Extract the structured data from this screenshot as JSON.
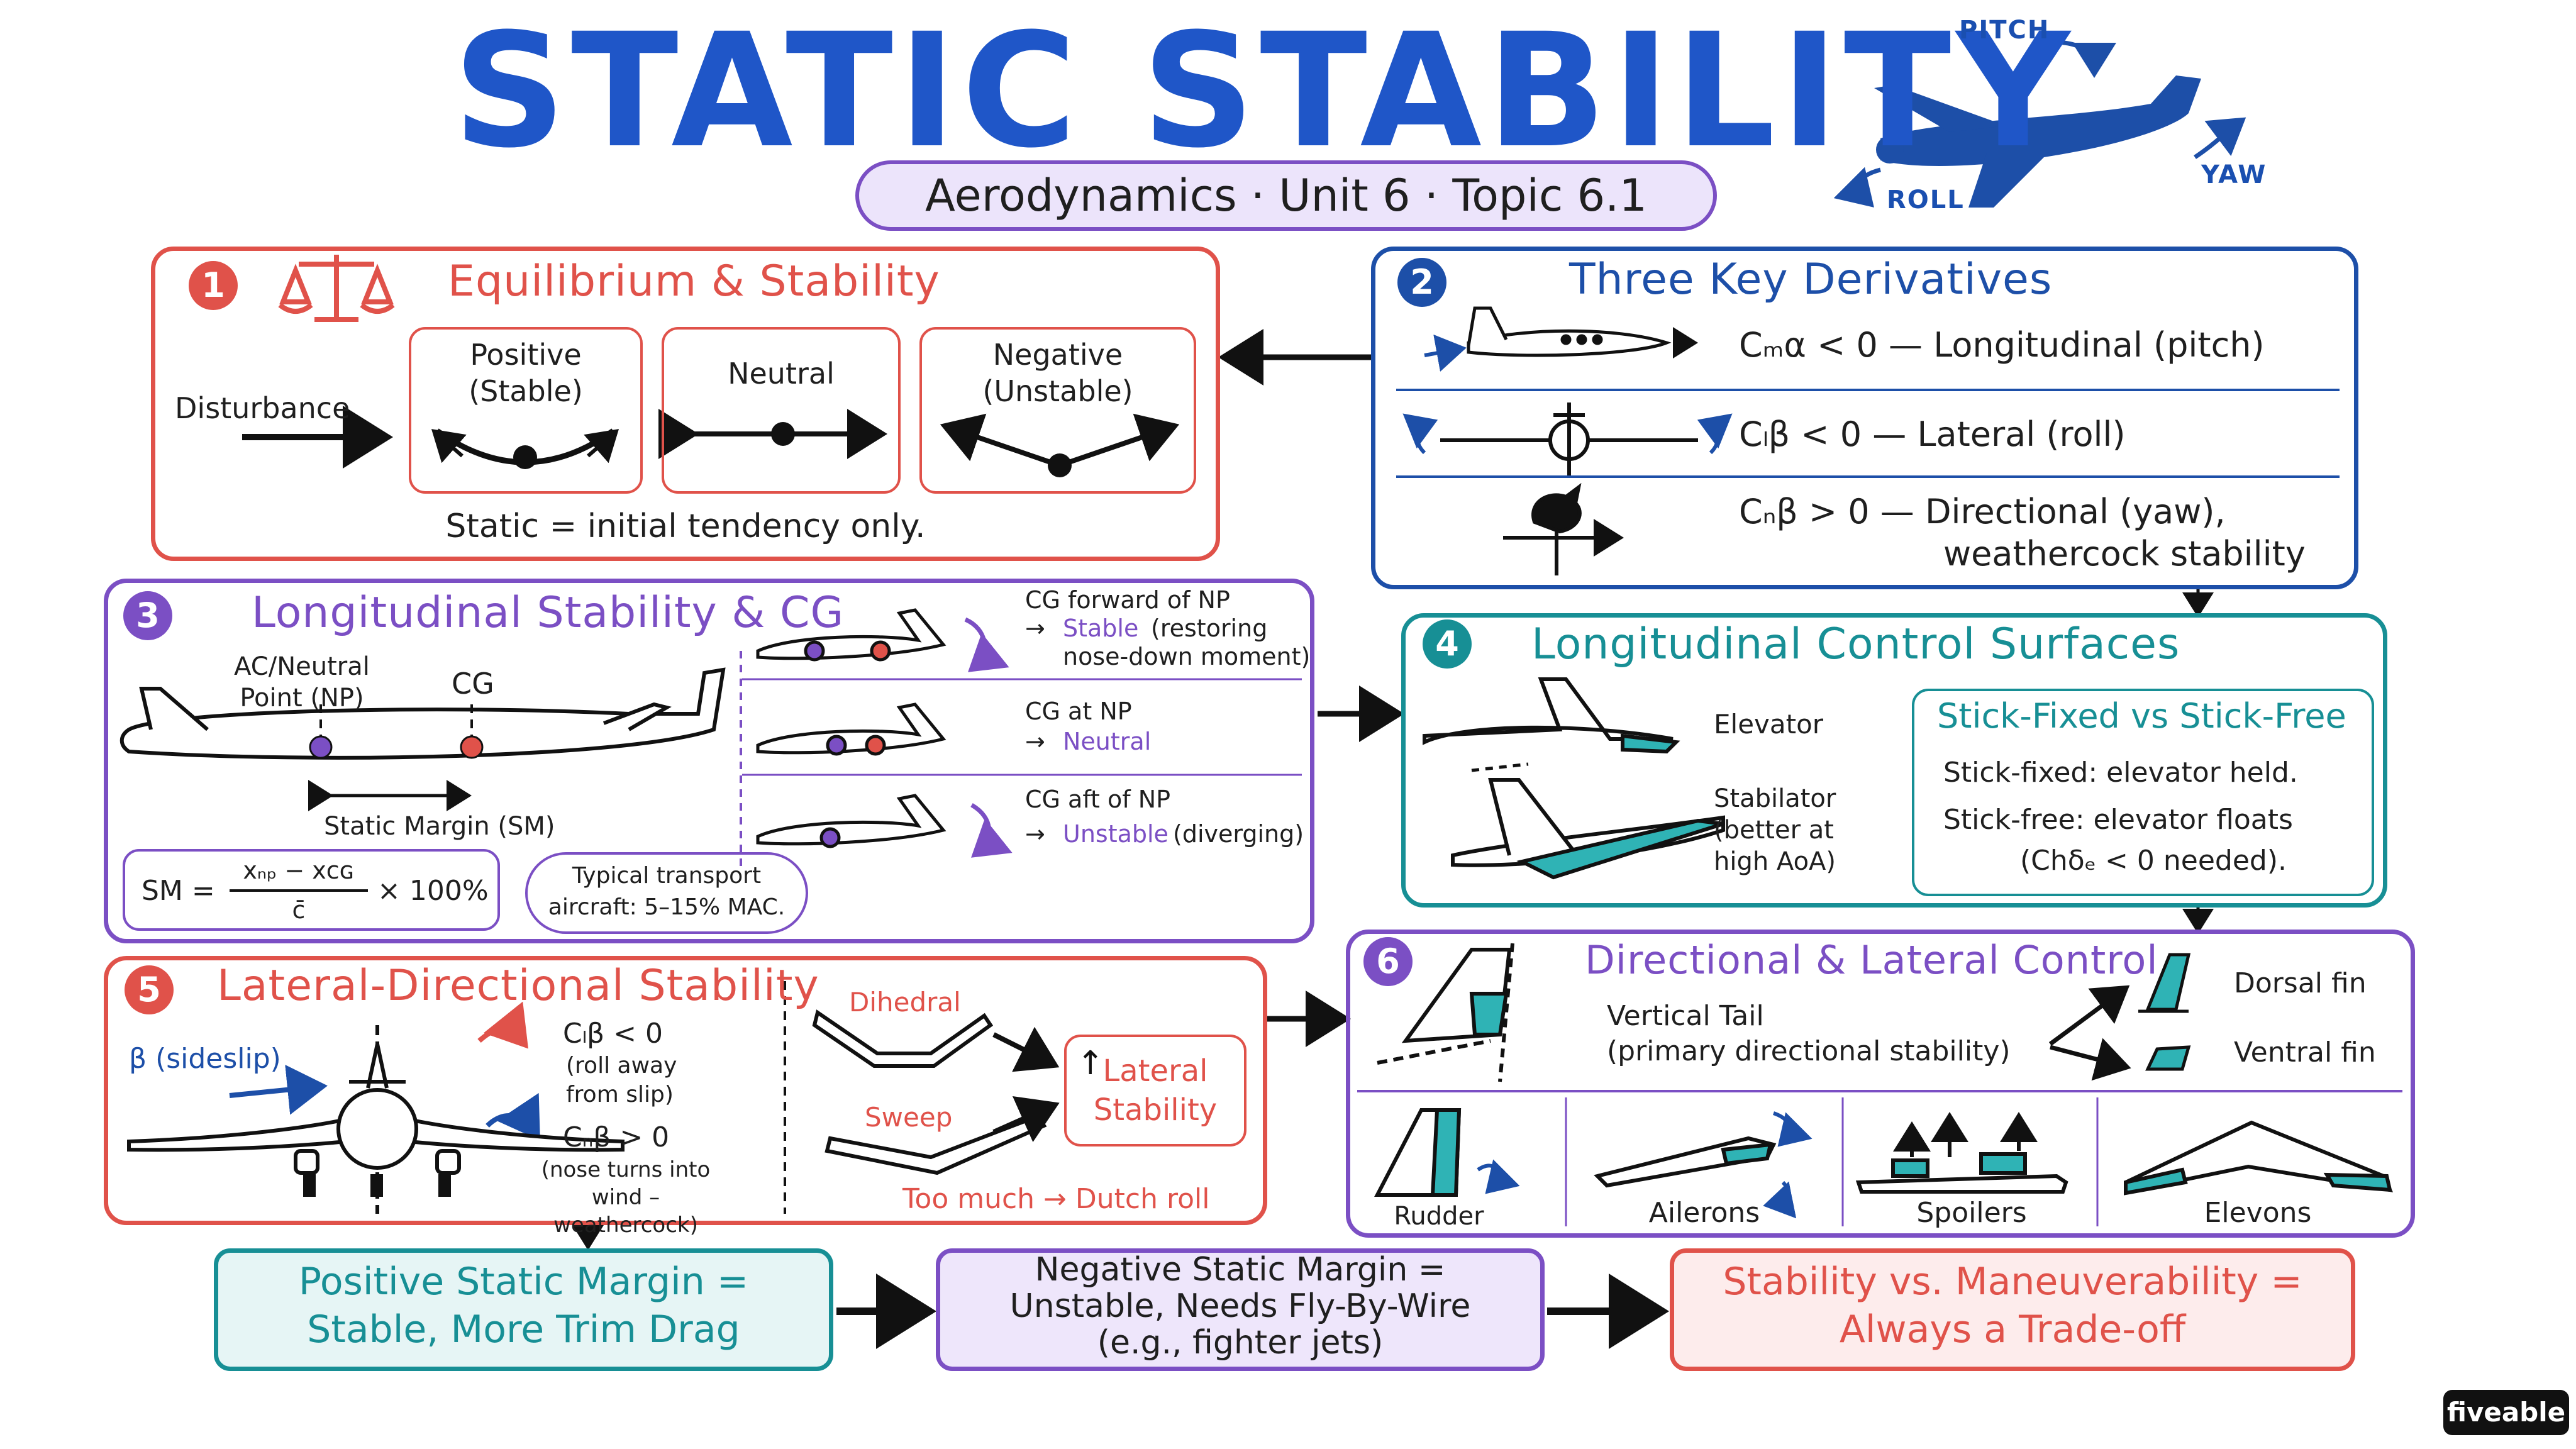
{
  "header": {
    "title": "STATIC STABILITY",
    "subtitle": "Aerodynamics · Unit 6 · Topic 6.1",
    "axes": {
      "pitch": "PITCH",
      "roll": "ROLL",
      "yaw": "YAW"
    }
  },
  "colors": {
    "red": "#e0524a",
    "blue": "#1d4fa8",
    "purple": "#7b4fc4",
    "teal": "#178f95",
    "title_blue": "#1f56c8",
    "pill": "#ece4fb",
    "teal_fill": "#e6f5f5",
    "purple_fill": "#eee6fb",
    "red_fill": "#fdecec"
  },
  "s1": {
    "num": "1",
    "title": "Equilibrium & Stability",
    "disturbance": "Disturbance",
    "positive": "Positive\n(Stable)",
    "neutral": "Neutral",
    "negative": "Negative\n(Unstable)",
    "note": "Static = initial tendency only."
  },
  "s2": {
    "num": "2",
    "title": "Three Key Derivatives",
    "row1": "Cₘα < 0 — Longitudinal (pitch)",
    "row2": "Cₗβ < 0 — Lateral (roll)",
    "row3a": "Cₙβ > 0 — Directional (yaw),",
    "row3b": "weathercock stability"
  },
  "s3": {
    "num": "3",
    "title": "Longitudinal Stability & CG",
    "np_label": "AC/Neutral\nPoint (NP)",
    "cg_label": "CG",
    "sm_label": "Static Margin (SM)",
    "formula_lhs": "SM =",
    "formula_num": "xₙₚ − xᴄɢ",
    "formula_den": "c̄",
    "formula_rhs": "× 100%",
    "typical": "Typical transport\naircraft: 5–15% MAC.",
    "case1_a": "CG forward of NP",
    "case1_b": "Stable",
    "case1_c": "(restoring",
    "case1_d": "nose-down moment)",
    "case2_a": "CG at NP",
    "case2_b": "Neutral",
    "case3_a": "CG aft of NP",
    "case3_b": "Unstable",
    "case3_c": "(diverging)"
  },
  "s4": {
    "num": "4",
    "title": "Longitudinal Control Surfaces",
    "elevator": "Elevator",
    "stabilator": "Stabilator\n(better at\nhigh AoA)",
    "sub_title": "Stick-Fixed vs Stick-Free",
    "fixed": "Stick-fixed: elevator held.",
    "free": "Stick-free: elevator floats",
    "needed": "(Chδₑ < 0 needed)."
  },
  "s5": {
    "num": "5",
    "title": "Lateral-Directional Stability",
    "beta": "β (sideslip)",
    "clb": "Cₗβ < 0",
    "clb_note": "(roll away\nfrom slip)",
    "cnb": "Cₙβ > 0",
    "cnb_note": "(nose turns into wind –\nweathercock)",
    "dihedral": "Dihedral",
    "sweep": "Sweep",
    "lateral": "Lateral\nStability",
    "dutch": "Too much → Dutch roll"
  },
  "s6": {
    "num": "6",
    "title": "Directional & Lateral Control",
    "vtail": "Vertical Tail\n(primary directional stability)",
    "dorsal": "Dorsal fin",
    "ventral": "Ventral fin",
    "rudder": "Rudder",
    "ailerons": "Ailerons",
    "spoilers": "Spoilers",
    "elevons": "Elevons"
  },
  "bottom": {
    "b1": "Positive Static Margin =\nStable, More Trim Drag",
    "b2": "Negative Static Margin =\nUnstable, Needs Fly-By-Wire\n(e.g., fighter jets)",
    "b3": "Stability vs. Maneuverability =\nAlways a Trade-off"
  },
  "brand": "fiveable"
}
